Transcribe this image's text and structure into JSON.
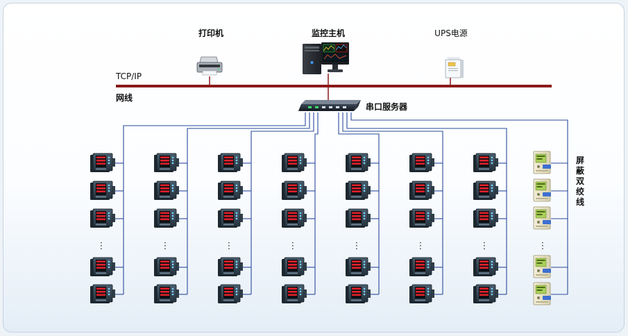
{
  "labels": {
    "printer": "打印机",
    "host": "监控主机",
    "ups": "UPS电源",
    "protocol": "TCP/IP",
    "network": "网线",
    "server": "串口服务器",
    "cable": "屏蔽双绞线",
    "ellipsis": "⋮"
  },
  "device_icons": {
    "printer": "printer-icon",
    "host": "computer-icon",
    "ups": "ups-icon",
    "server": "serial-server-icon",
    "meter": "power-meter-icon",
    "protector": "motor-protector-icon"
  },
  "colors": {
    "ethernet": "#8b1a1a",
    "bus": "#2a4a9a",
    "panel_border": "#c5d3e2"
  }
}
